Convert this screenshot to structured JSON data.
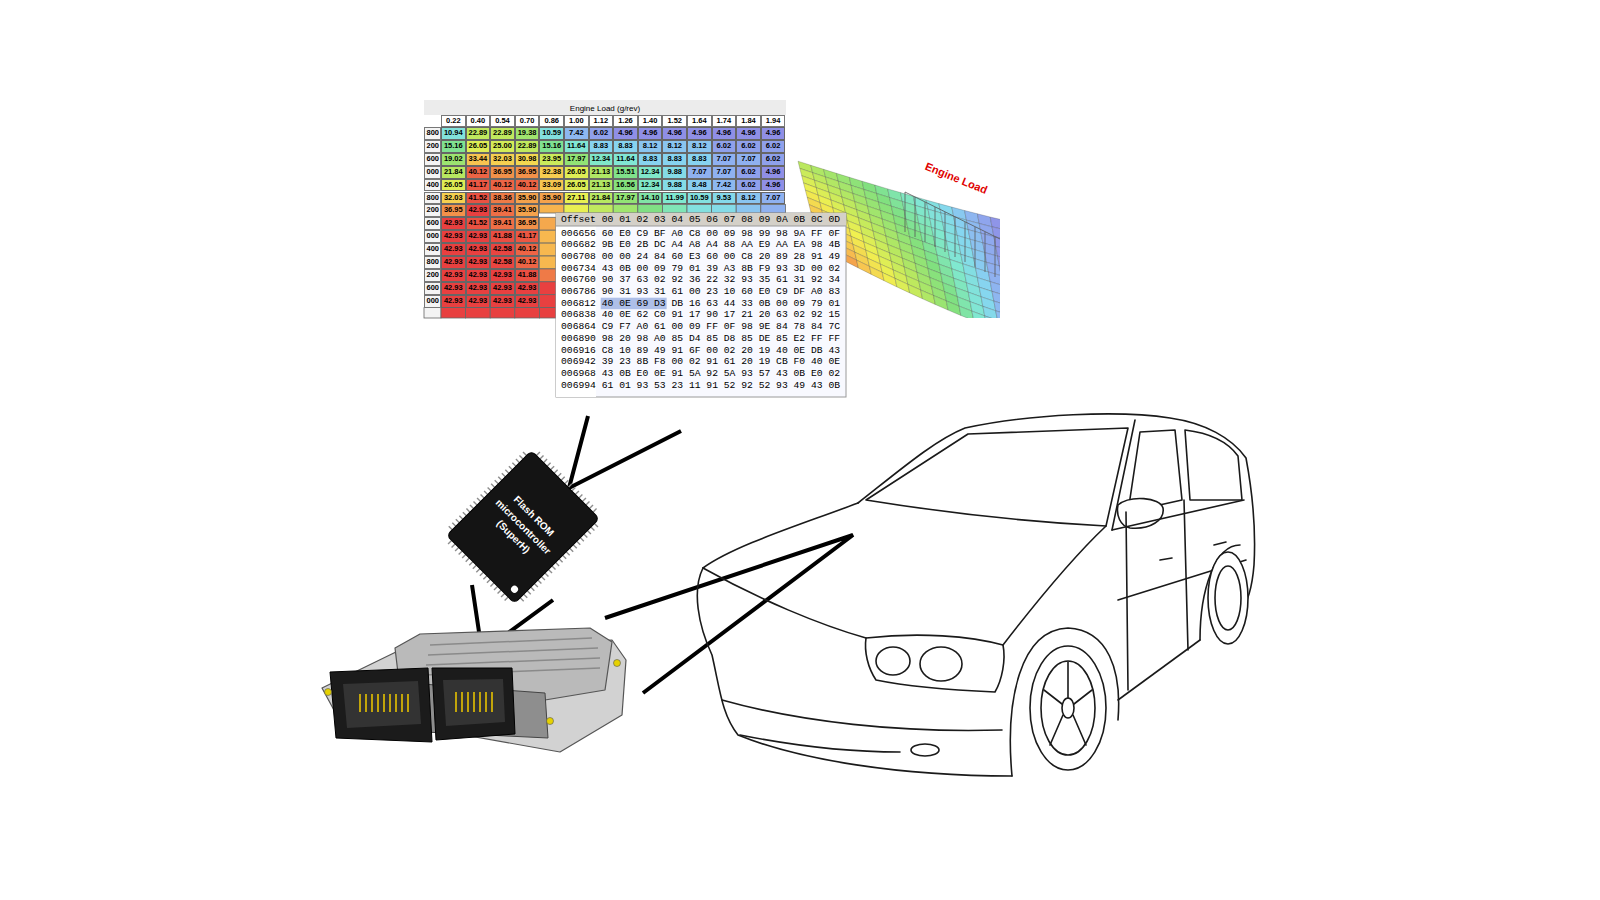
{
  "diagram": {
    "nodes": [
      {
        "text": [
          "Flash ROM microcontroller (SuperH)"
        ]
      }
    ],
    "labels": [
      "Engine Load (g/rev)",
      "0.22",
      "0.40",
      "0.54",
      "0.70",
      "0.86",
      "1.00",
      "1.12",
      "1.26",
      "1.40",
      "1.52",
      "1.64",
      "1.74",
      "1.84",
      "1.94",
      "800",
      "10.94",
      "22.89",
      "22.89",
      "19.38",
      "10.59",
      "7.42",
      "6.02",
      "4.96",
      "4.96",
      "4.96",
      "4.96",
      "4.96",
      "4.96",
      "4.96",
      "200",
      "15.16",
      "26.05",
      "25.00",
      "22.89",
      "15.16",
      "11.64",
      "8.83",
      "8.83",
      "8.12",
      "8.12",
      "8.12",
      "6.02",
      "6.02",
      "6.02",
      "600",
      "19.02",
      "33.44",
      "32.03",
      "30.98",
      "23.95",
      "17.97",
      "12.34",
      "11.64",
      "8.83",
      "8.83",
      "8.83",
      "7.07",
      "7.07",
      "6.02",
      "000",
      "21.84",
      "40.12",
      "36.95",
      "36.95",
      "32.38",
      "26.05",
      "21.13",
      "15.51",
      "12.34",
      "9.88",
      "7.07",
      "7.07",
      "6.02",
      "4.96",
      "400",
      "26.05",
      "41.17",
      "40.12",
      "40.12",
      "33.09",
      "26.05",
      "21.13",
      "16.56",
      "12.34",
      "9.88",
      "8.48",
      "7.42",
      "6.02",
      "4.96",
      "800",
      "32.03",
      "41.52",
      "38.36",
      "35.90",
      "35.90",
      "27.11",
      "21.84",
      "17.97",
      "14.10",
      "11.99",
      "10.59",
      "9.53",
      "8.12",
      "7.07",
      "200",
      "36.95",
      "42.93",
      "39.41",
      "35.90",
      "600",
      "42.93",
      "41.52",
      "39.41",
      "36.95",
      "000",
      "42.93",
      "42.93",
      "41.88",
      "41.17",
      "400",
      "42.93",
      "42.93",
      "42.58",
      "40.12",
      "800",
      "42.93",
      "42.93",
      "42.58",
      "40.12",
      "200",
      "42.93",
      "42.93",
      "42.93",
      "41.88",
      "600",
      "42.93",
      "42.93",
      "42.93",
      "42.93",
      "000",
      "42.93",
      "42.93",
      "42.93",
      "42.93",
      "Offset 00 01 02 03 04 05 06 07 08 09 0A 0B 0C 0D",
      "006656 60 E0 C9 BF A0 C8 00 09 98 99 98 9A FF 0F",
      "006682 9B E0 2B DC A4 A8 A4 88 AA E9 AA EA 98 4B",
      "006708 00 00 24 84 60 E3 60 00 C8 20 89 28 91 49",
      "006734 43 0B 00 09 79 01 39 A3 8B F9 93 3D 00 02",
      "006760 90 37 63 02 92 36 22 32 93 35 61 31 92 34",
      "006786 90 31 93 31 61 00 23 10 60 E0 C9 DF A0 83",
      "006812 40 0E 69 D3 DB 16 63 44 33 0B 00 09 79 01",
      "006838 40 0E 62 C0 91 17 90 17 21 20 63 02 92 15",
      "006864 C9 F7 A0 61 00 09 FF 0F 98 9E 84 78 84 7C",
      "006890 98 20 98 A0 85 D4 85 D8 85 DE 85 E2 FF FF",
      "006916 C8 10 89 49 91 6F 00 02 20 19 40 0E DB 43",
      "006942 39 23 8B F8 00 02 91 61 20 19 CB F0 40 0E",
      "006968 43 0B E0 0E 91 5A 92 5A 93 57 43 0B E0 02",
      "006994 61 01 93 53 23 11 91 52 92 52 93 49 43 0B",
      "Engine Load"
    ]
  }
}
